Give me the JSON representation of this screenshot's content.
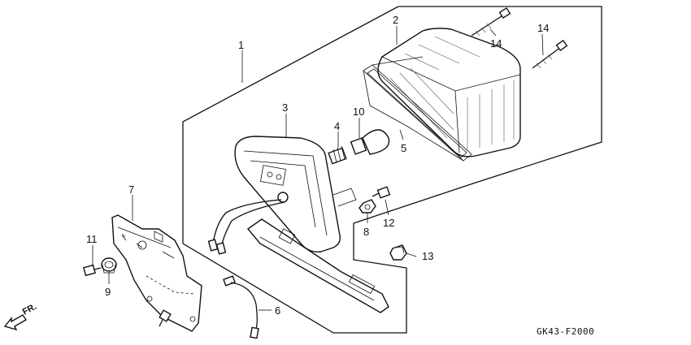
{
  "diagram": {
    "callouts": [
      {
        "id": "c1",
        "text": "1"
      },
      {
        "id": "c2",
        "text": "2"
      },
      {
        "id": "c3",
        "text": "3"
      },
      {
        "id": "c4",
        "text": "4"
      },
      {
        "id": "c5",
        "text": "5"
      },
      {
        "id": "c6",
        "text": "6"
      },
      {
        "id": "c7",
        "text": "7"
      },
      {
        "id": "c8",
        "text": "8"
      },
      {
        "id": "c9",
        "text": "9"
      },
      {
        "id": "c10",
        "text": "10"
      },
      {
        "id": "c11",
        "text": "11"
      },
      {
        "id": "c12",
        "text": "12"
      },
      {
        "id": "c13",
        "text": "13"
      },
      {
        "id": "c14a",
        "text": "14"
      },
      {
        "id": "c14b",
        "text": "14"
      }
    ],
    "front_marker": "FR.",
    "drawing_code": "GK43-F2000"
  }
}
